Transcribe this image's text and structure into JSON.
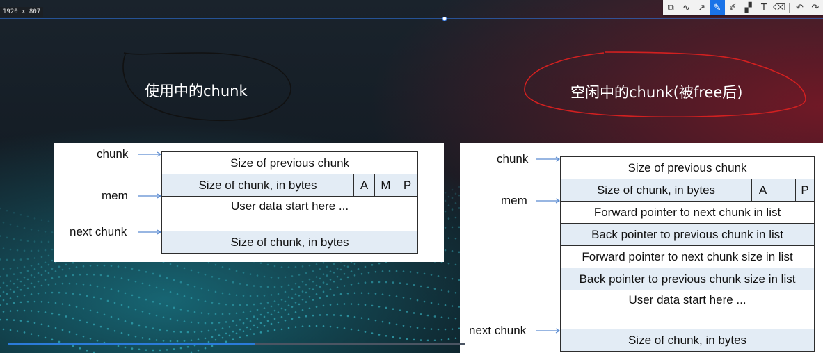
{
  "screen": {
    "resolution_label": "1920 x 807"
  },
  "toolbar": {
    "icons": [
      "crop-icon",
      "curve-icon",
      "arrow-icon",
      "pen-icon",
      "marker-icon",
      "mosaic-icon",
      "text-icon",
      "eraser-icon",
      "undo-icon",
      "redo-icon"
    ],
    "active": "pen-icon",
    "accent": "#1a73e8"
  },
  "left": {
    "title": "使用中的chunk",
    "label_chunk": "chunk",
    "label_mem": "mem",
    "label_next": "next chunk",
    "row_prev_size": "Size of previous chunk",
    "row_size": "Size of chunk, in bytes",
    "flag_a": "A",
    "flag_m": "M",
    "flag_p": "P",
    "row_user": "User data start here ...",
    "row_next_size": "Size of chunk, in bytes"
  },
  "right": {
    "title": "空闲中的chunk(被free后)",
    "label_chunk": "chunk",
    "label_mem": "mem",
    "label_next": "next chunk",
    "row_prev_size": "Size of previous chunk",
    "row_size": "Size of chunk, in bytes",
    "flag_a": "A",
    "flag_blank": "",
    "flag_p": "P",
    "row_fd": "Forward pointer to next chunk in list",
    "row_bk": "Back pointer to previous chunk in list",
    "row_fd_size": "Forward pointer to next chunk size in list",
    "row_bk_size": "Back pointer to previous chunk size in list",
    "row_user": "User data start here ...",
    "row_next_size": "Size of chunk, in bytes"
  },
  "annotations": {
    "left_circle_color": "#111111",
    "right_circle_color": "#d22020"
  },
  "playback": {
    "progress": 0.54
  }
}
